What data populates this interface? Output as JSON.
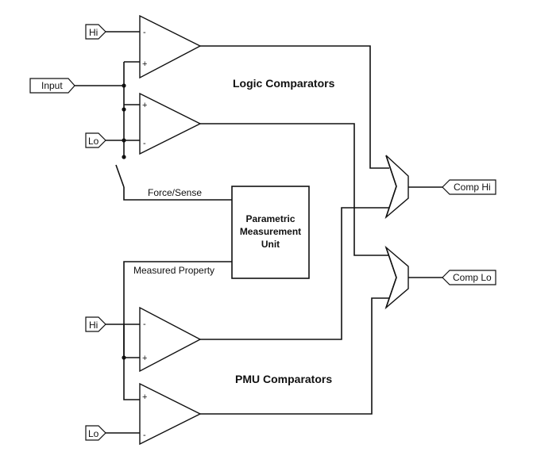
{
  "labels": {
    "logic_comparators": "Logic Comparators",
    "pmu_comparators": "PMU Comparators",
    "force_sense": "Force/Sense",
    "measured_property": "Measured Property",
    "pmu_line1": "Parametric",
    "pmu_line2": "Measurement",
    "pmu_line3": "Unit"
  },
  "ports": {
    "hi_logic": "Hi",
    "input": "Input",
    "lo_logic": "Lo",
    "hi_pmu": "Hi",
    "lo_pmu": "Lo",
    "comp_hi": "Comp Hi",
    "comp_lo": "Comp Lo"
  },
  "signs": {
    "minus": "-",
    "plus": "+"
  }
}
